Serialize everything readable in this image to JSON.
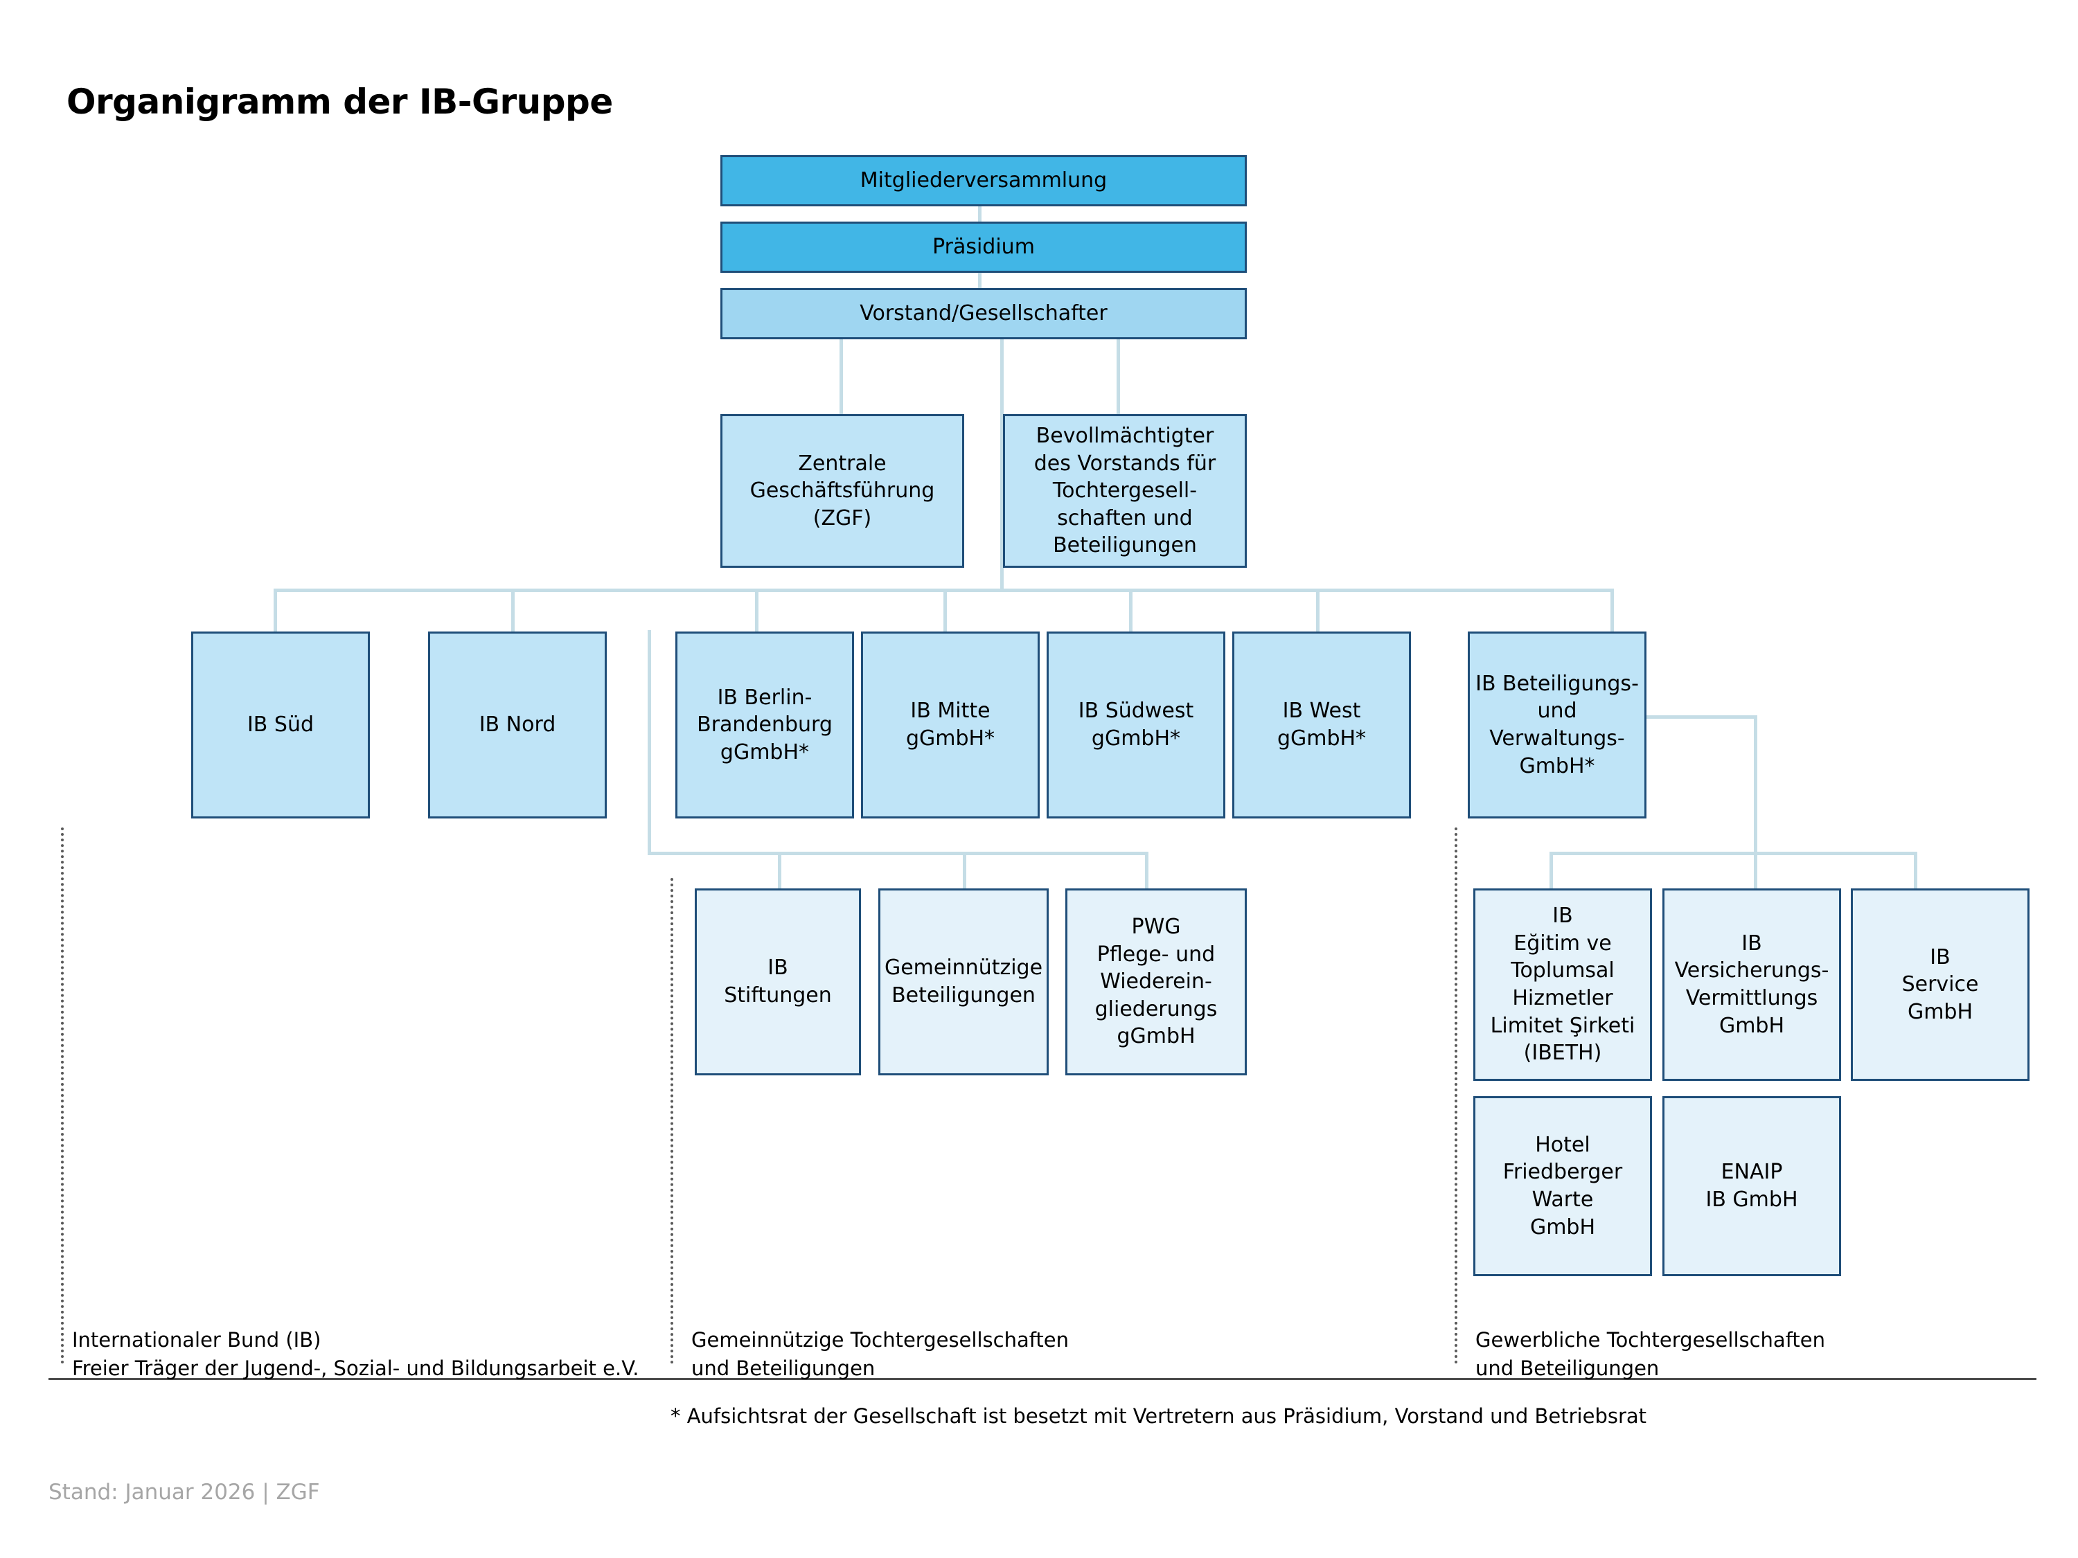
{
  "title": "Organigramm der IB-Gruppe",
  "nodes": {
    "mitgliederversammlung": "Mitgliederversammlung",
    "praesidium": "Präsidium",
    "vorstand": "Vorstand/Gesellschafter",
    "zgf": "Zentrale\nGeschäftsführung\n(ZGF)",
    "bevollmaechtigter": "Bevollmächtigter\ndes Vorstands für\nTochtergesell-\nschaften und\nBeteiligungen",
    "ib_sued": "IB Süd",
    "ib_nord": "IB Nord",
    "ib_berlin_brandenburg": "IB Berlin-\nBrandenburg\ngGmbH*",
    "ib_mitte": "IB Mitte\ngGmbH*",
    "ib_suedwest": "IB Südwest\ngGmbH*",
    "ib_west": "IB West\ngGmbH*",
    "ib_beteiligungs": "IB Beteiligungs-\nund\nVerwaltungs-\nGmbH*",
    "ib_stiftungen": "IB\nStiftungen",
    "gemeinnuetzige_beteiligungen": "Gemeinnützige\nBeteiligungen",
    "pwg": "PWG\nPflege- und\nWiederein-\ngliederungs\ngGmbH",
    "ibeth": "IB\nEğitim ve\nToplumsal\nHizmetler\nLimitet Şirketi\n(IBETH)",
    "ib_versicherung": "IB\nVersicherungs-\nVermittlungs\nGmbH",
    "ib_service": "IB\nService\nGmbH",
    "hotel_friedberger": "Hotel\nFriedberger\nWarte\nGmbH",
    "enaip": "ENAIP\nIB GmbH"
  },
  "captions": {
    "links": "Internationaler Bund (IB)\nFreier Träger der Jugend-, Sozial- und Bildungsarbeit e.V.",
    "mitte": "Gemeinnützige Tochtergesellschaften\nund Beteiligungen",
    "rechts": "Gewerbliche Tochtergesellschaften\nund Beteiligungen"
  },
  "footnote": "* Aufsichtsrat der Gesellschaft ist besetzt mit Vertretern aus Präsidium, Vorstand und Betriebsrat",
  "stand": "Stand: Januar 2026 | ZGF",
  "colors": {
    "accent_dark": "#41b6e6",
    "accent_mid": "#9fd6f1",
    "accent_light": "#bfe4f7",
    "accent_pale": "#e4f2fa",
    "border": "#1f4e79",
    "connector": "#c5dde6",
    "separator": "#5a5a5a",
    "rule": "#4d4d4d",
    "stand_text": "#a6a6a6"
  }
}
